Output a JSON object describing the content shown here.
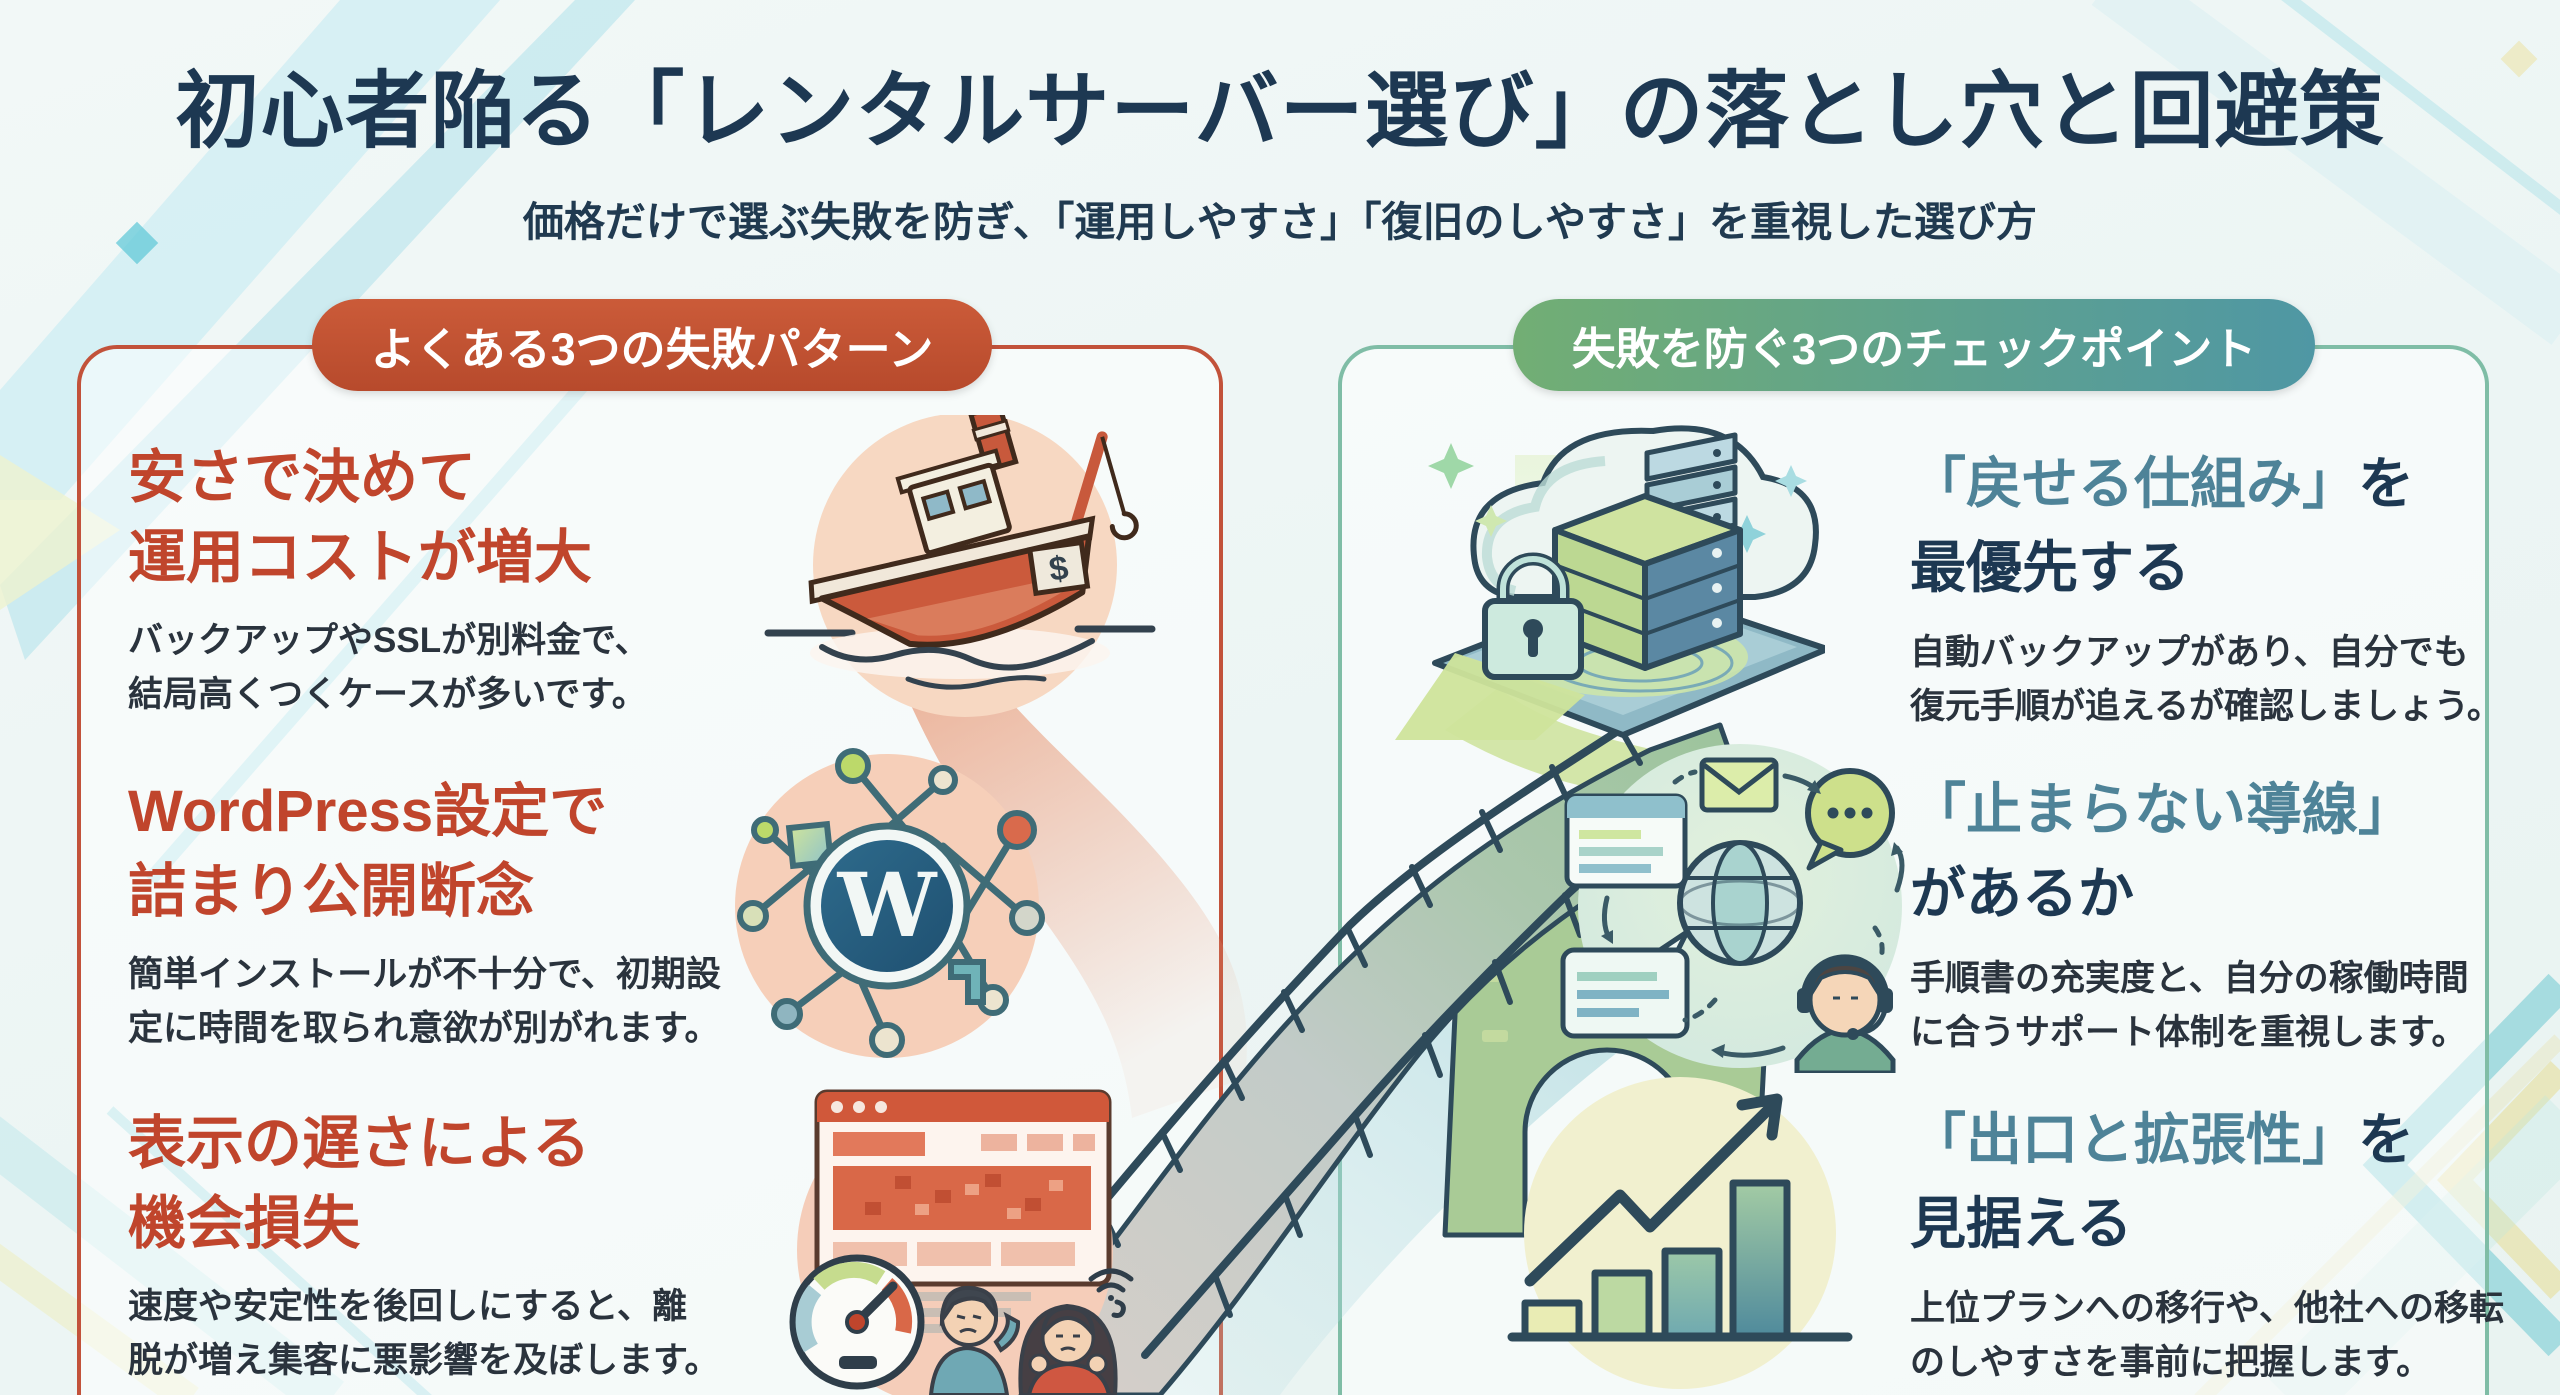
{
  "colors": {
    "navy": "#1d3852",
    "accent_red": "#c0452c",
    "heading_teal": "#4e8398",
    "body_text": "#2a333d",
    "pill_left_bg": "#c05032",
    "pill_right_bg_start": "#74b072",
    "pill_right_bg_end": "#4f98a6",
    "panel_left_border": "#c2523a",
    "panel_right_border": "#7fbda6"
  },
  "header": {
    "title": "初心者陥る「レンタルサーバー選び」の落とし穴と回避策",
    "subtitle": "価格だけで選ぶ失敗を防ぎ、「運用しやすさ」「復旧のしやすさ」を重視した選び方"
  },
  "left_section": {
    "badge": "よくある3つの失敗パターン",
    "items": [
      {
        "heading_lines": [
          "安さで決めて",
          "運用コストが増大"
        ],
        "body_lines": [
          "バックアップやSSLが別料金で、",
          "結局高くつくケースが多いです。"
        ]
      },
      {
        "heading_lines": [
          "WordPress設定で",
          "詰まり公開断念"
        ],
        "body_lines": [
          "簡単インストールが不十分で、初期設",
          "定に時間を取られ意欲が別がれます。"
        ]
      },
      {
        "heading_lines": [
          "表示の遅さによる",
          "機会損失"
        ],
        "body_lines": [
          "速度や安定性を後回しにすると、離",
          "脱が増え集客に悪影響を及ぼします。"
        ]
      }
    ]
  },
  "right_section": {
    "badge": "失敗を防ぐ3つのチェックポイント",
    "items": [
      {
        "heading_quoted": "「戻せる仕組み」",
        "heading_rest": "を",
        "heading_line2": "最優先する",
        "body_lines": [
          "自動バックアップがあり、自分でも",
          "復元手順が追えるが確認しましょう。"
        ]
      },
      {
        "heading_quoted": "「止まらない導線」",
        "heading_rest": "",
        "heading_line2": "があるか",
        "body_lines": [
          "手順書の充実度と、自分の稼働時間",
          "に合うサポート体制を重視します。"
        ]
      },
      {
        "heading_quoted": "「出口と拡張性」",
        "heading_rest": "を",
        "heading_line2": "見据える",
        "body_lines": [
          "上位プランへの移行や、他社への移転",
          "のしやすさを事前に把握します。"
        ]
      }
    ]
  },
  "illustrations": {
    "wordpress_letter": "W",
    "money_sign": "$"
  }
}
